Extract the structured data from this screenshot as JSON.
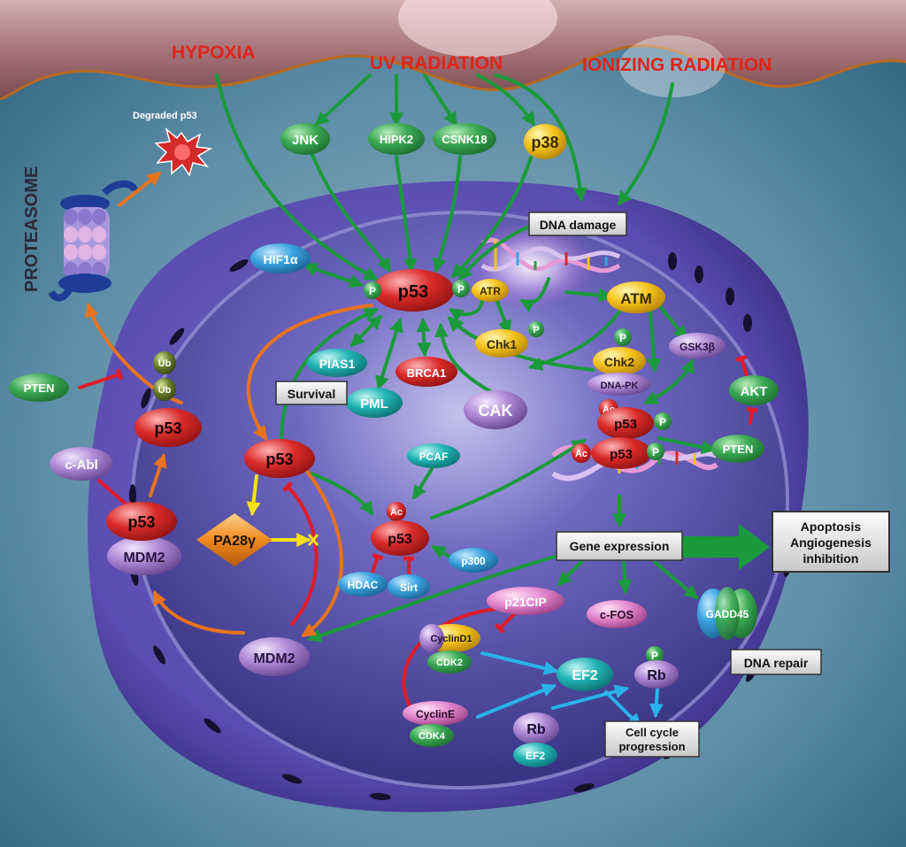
{
  "stimuli": {
    "hypoxia": "HYPOXIA",
    "uv": "UV RADIATION",
    "ionizing": "IONIZING RADIATION"
  },
  "labels": {
    "degraded_p53": "Degraded p53",
    "proteasome": "PROTEASOME"
  },
  "nodes": {
    "jnk": "JNK",
    "hipk2": "HIPK2",
    "csnk": "CSNK18",
    "p38": "p38",
    "hif1a": "HIF1α",
    "p53_center": "p53",
    "p_left": "P",
    "p_right": "P",
    "atr": "ATR",
    "atm": "ATM",
    "chk1": "Chk1",
    "chk1_p": "P",
    "chk2": "Chk2",
    "chk2_p": "P",
    "dnapk": "DNA-PK",
    "gsk3b": "GSK3β",
    "akt": "AKT",
    "pten_right": "PTEN",
    "pias1": "PIAS1",
    "brca1": "BRCA1",
    "pml": "PML",
    "cak": "CAK",
    "pten_left": "PTEN",
    "ub1": "Ub",
    "ub2": "Ub",
    "p53_ub": "p53",
    "cabl": "c-Abl",
    "p53_mdm": "p53",
    "mdm2_top": "MDM2",
    "p53_mid": "p53",
    "pa28": "PA28γ",
    "mdm2_bottom": "MDM2",
    "pcaf": "PCAF",
    "ac_mid": "Ac",
    "p53_ac": "p53",
    "hdac": "HDAC",
    "sirt": "Sirt",
    "p300": "p300",
    "ac_dna1": "Ac",
    "p53_dna1": "p53",
    "p_dna1": "P",
    "ac_dna2": "Ac",
    "p53_dna2": "p53",
    "p_dna2": "P",
    "p21": "p21CIP",
    "cfos": "c-FOS",
    "gadd45": "GADD45",
    "cyclind1": "CyclinD1",
    "cdk2": "CDK2",
    "ef2_a": "EF2",
    "rb_a": "Rb",
    "rb_p": "P",
    "cycline": "CyclinE",
    "cdk4": "CDK4",
    "rb_b": "Rb",
    "ef2_b": "EF2"
  },
  "boxes": {
    "dna_damage": "DNA damage",
    "survival": "Survival",
    "gene_expression": "Gene expression",
    "apoptosis": [
      "Apoptosis",
      "Angiogenesis",
      "inhibition"
    ],
    "dna_repair": "DNA repair",
    "cell_cycle": [
      "Cell cycle",
      "progression"
    ]
  },
  "colors": {
    "stimulus_text": "#e2231a",
    "arrow_green": "#1a9a3a",
    "arrow_orange": "#e8731e",
    "arrow_red": "#e01c2a",
    "arrow_blue": "#29b3e8",
    "arrow_yellow": "#f5e11a",
    "node_green": "#2e9e45",
    "node_red": "#d42a2a",
    "node_yellow": "#f2c21a",
    "node_blue": "#3aa3e0",
    "node_teal": "#1fb7b7",
    "node_purple": "#a67ccf",
    "node_pink": "#e48ad0",
    "node_orange": "#f08a1e",
    "background": "#5d8da8",
    "membrane": "#b4878b",
    "cytoplasm": "#4a3fa0",
    "nucleus": "#3d3896"
  }
}
